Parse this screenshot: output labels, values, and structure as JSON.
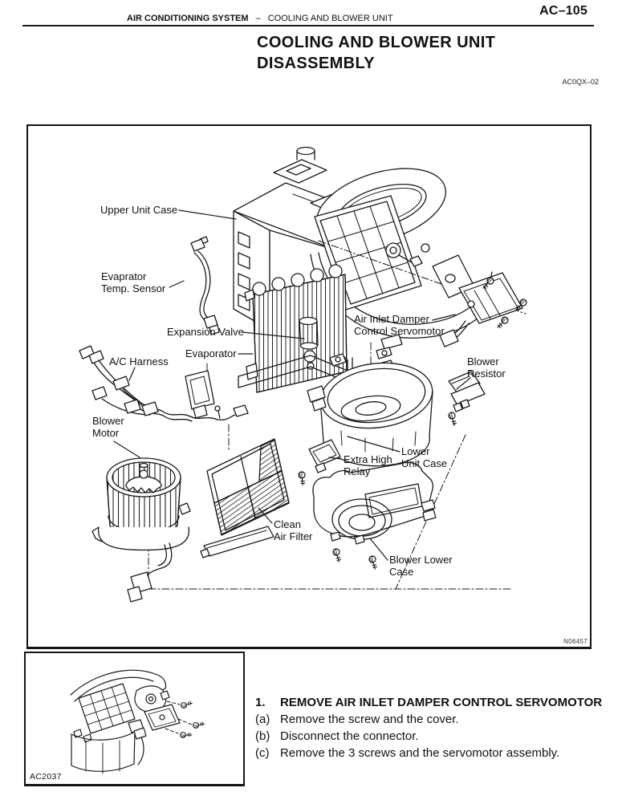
{
  "page": {
    "page_code": "AC–105",
    "doc_code": "AC0QX–02",
    "header": {
      "section": "AIR CONDITIONING SYSTEM",
      "separator": "–",
      "subsection": "COOLING AND BLOWER UNIT"
    },
    "title_line1": "COOLING AND BLOWER UNIT",
    "title_line2": "DISASSEMBLY"
  },
  "main_figure": {
    "figure_code": "N06457",
    "labels": [
      {
        "id": "upper-unit-case",
        "line1": "Upper Unit Case"
      },
      {
        "id": "evaporator-temp-sensor",
        "line1": "Evaprator",
        "line2": "Temp. Sensor"
      },
      {
        "id": "expansion-valve",
        "line1": "Expansion Valve"
      },
      {
        "id": "evaporator",
        "line1": "Evaporator"
      },
      {
        "id": "ac-harness",
        "line1": "A/C Harness"
      },
      {
        "id": "blower-motor",
        "line1": "Blower",
        "line2": "Motor"
      },
      {
        "id": "air-inlet-damper-control-servomotor",
        "line1": "Air Inlet Damper",
        "line2": "Control Servomotor"
      },
      {
        "id": "blower-resistor",
        "line1": "Blower",
        "line2": "Resistor"
      },
      {
        "id": "lower-unit-case",
        "line1": "Lower",
        "line2": "Unit Case"
      },
      {
        "id": "extra-high-relay",
        "line1": "Extra High",
        "line2": "Relay"
      },
      {
        "id": "clean-air-filter",
        "line1": "Clean",
        "line2": "Air Filter"
      },
      {
        "id": "blower-lower-case",
        "line1": "Blower Lower",
        "line2": "Case"
      }
    ]
  },
  "detail_figure": {
    "figure_code": "AC2037"
  },
  "instructions": {
    "step_number": "1.",
    "step_title": "REMOVE AIR INLET DAMPER CONTROL SERVOMOTOR",
    "substeps": [
      {
        "letter": "(a)",
        "text": "Remove the screw and the cover."
      },
      {
        "letter": "(b)",
        "text": "Disconnect the connector."
      },
      {
        "letter": "(c)",
        "text": "Remove the 3 screws and the servomotor assembly."
      }
    ]
  }
}
